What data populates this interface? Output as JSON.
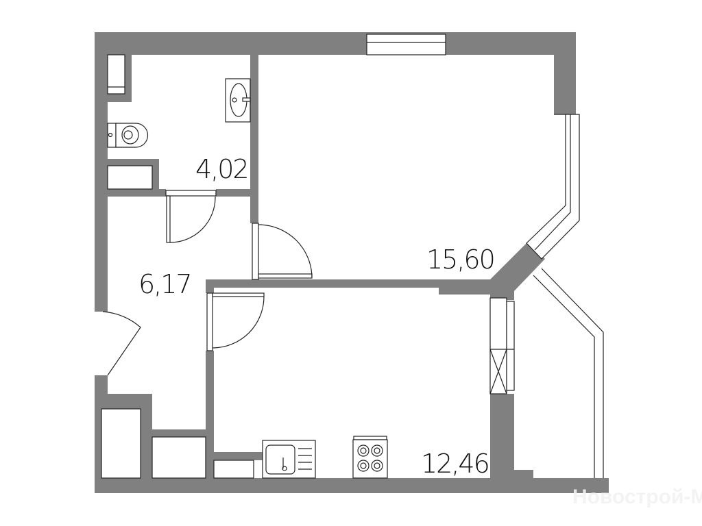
{
  "plan": {
    "rooms": [
      {
        "id": "bathroom",
        "area": "4,02"
      },
      {
        "id": "living-room",
        "area": "15,60"
      },
      {
        "id": "hallway",
        "area": "6,17"
      },
      {
        "id": "kitchen",
        "area": "12,46"
      }
    ],
    "wall_color": "#808080",
    "watermark": "Новострой-М"
  }
}
